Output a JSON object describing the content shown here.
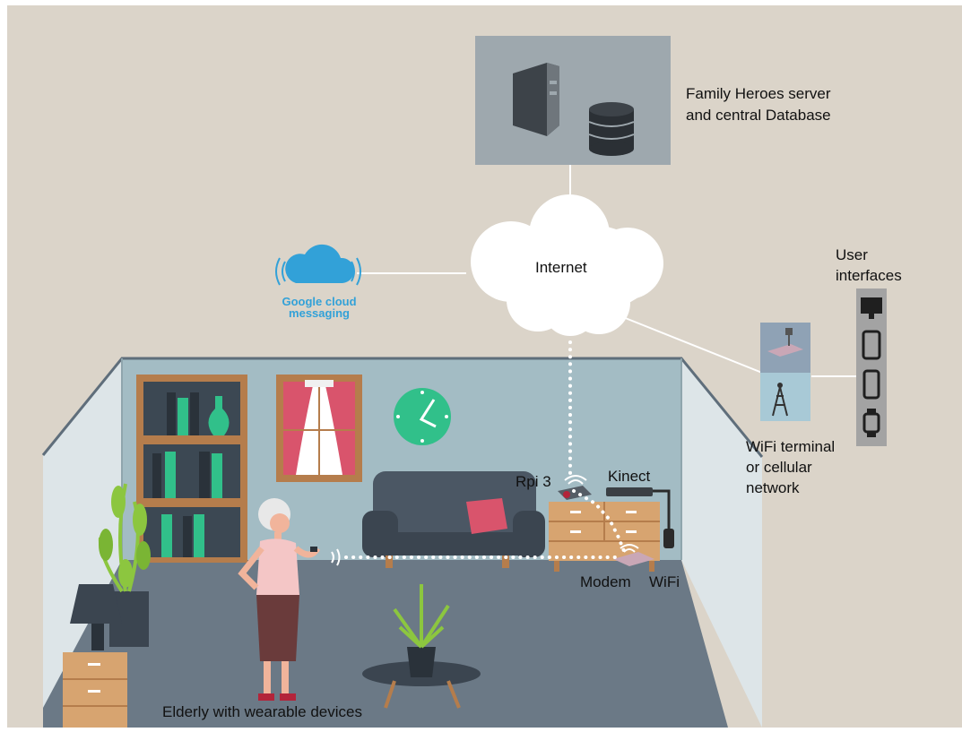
{
  "labels": {
    "server_line1": "Family Heroes server",
    "server_line2": "and central Database",
    "internet": "Internet",
    "gcm_line1": "Google cloud",
    "gcm_line2": "messaging",
    "user_if_line1": "User",
    "user_if_line2": "interfaces",
    "wifi_line1": "WiFi terminal",
    "wifi_line2": "or cellular",
    "wifi_line3": "network",
    "rpi": "Rpi 3",
    "kinect": "Kinect",
    "modem": "Modem",
    "wifi": "WiFi",
    "elderly": "Elderly  with wearable devices"
  },
  "colors": {
    "background": "#dbd4c9",
    "room_wall": "#a3bcc4",
    "room_side_wall": "#dde5e8",
    "floor": "#6b7986",
    "bookcase": "#b57d4c",
    "dresser": "#d7a470",
    "accent_green": "#31c08a",
    "accent_pink": "#d9546c",
    "sofa": "#4b5764",
    "gcm_blue": "#32a1d8",
    "server_panel": "#9ea8ae"
  },
  "icons": [
    "server-icon",
    "database-icon",
    "cloud-icon",
    "google-cloud-icon",
    "monitor-icon",
    "tablet-icon",
    "phone-icon",
    "smartwatch-icon",
    "cell-tower-icon",
    "router-icon",
    "wifi-icon",
    "clock-icon",
    "raspberry-pi-icon",
    "kinect-sensor-icon"
  ]
}
